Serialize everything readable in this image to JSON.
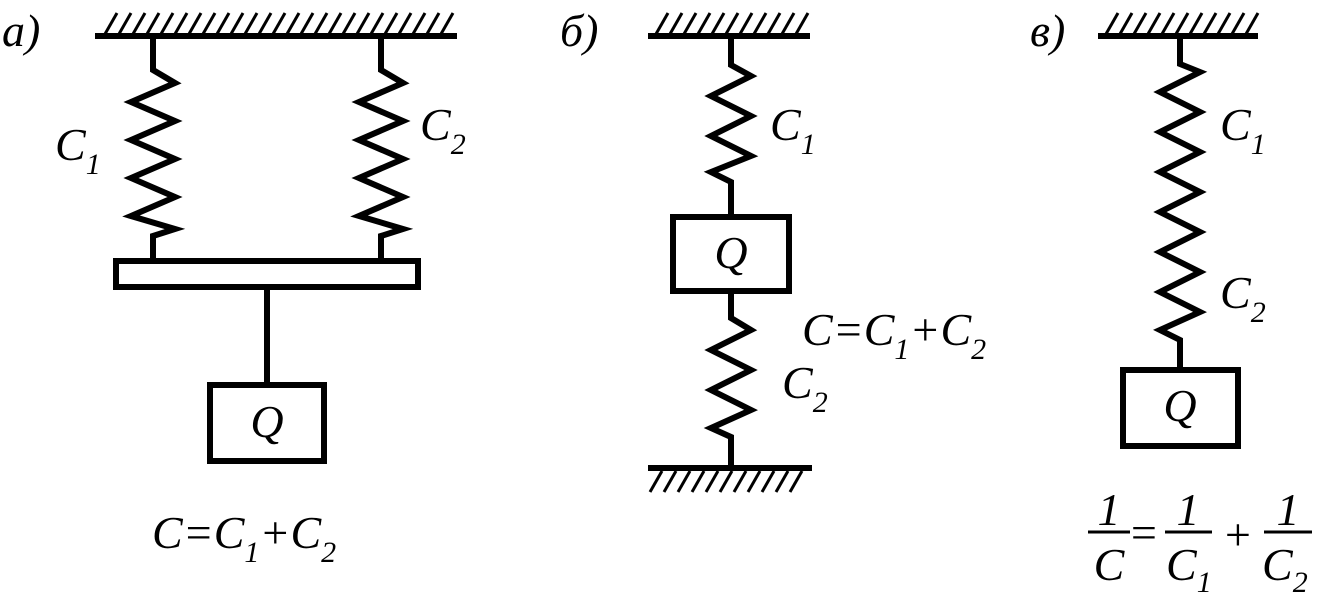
{
  "panels": {
    "a": {
      "label": "а)",
      "spring1": {
        "letter": "C",
        "index": "1"
      },
      "spring2": {
        "letter": "C",
        "index": "2"
      },
      "mass": "Q",
      "formula": {
        "lhs": "C",
        "eq": "=",
        "t1": "C",
        "t1i": "1",
        "plus": "+",
        "t2": "C",
        "t2i": "2"
      }
    },
    "b": {
      "label": "б)",
      "spring1": {
        "letter": "C",
        "index": "1"
      },
      "spring2": {
        "letter": "C",
        "index": "2"
      },
      "mass": "Q",
      "formula": {
        "lhs": "C",
        "eq": "=",
        "t1": "C",
        "t1i": "1",
        "plus": "+",
        "t2": "C",
        "t2i": "2"
      }
    },
    "c": {
      "label": "в)",
      "spring1": {
        "letter": "C",
        "index": "1"
      },
      "spring2": {
        "letter": "C",
        "index": "2"
      },
      "mass": "Q",
      "formula": {
        "one": "1",
        "lhs": "C",
        "eq": "=",
        "t1": "C",
        "t1i": "1",
        "plus": "+",
        "t2": "C",
        "t2i": "2"
      }
    }
  }
}
